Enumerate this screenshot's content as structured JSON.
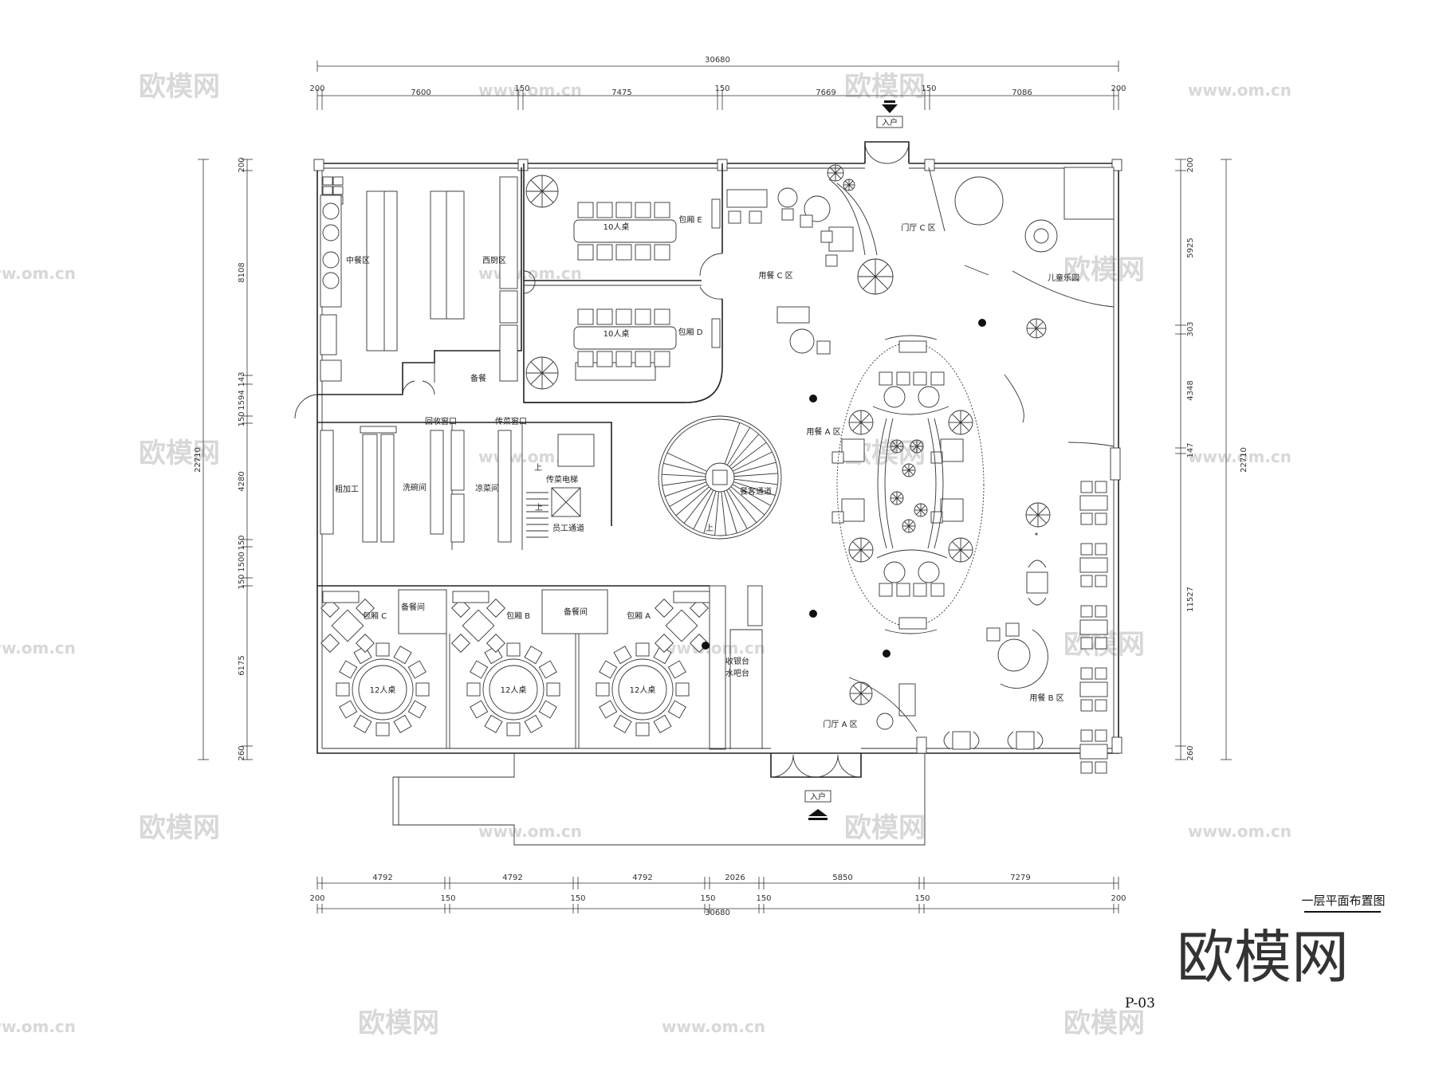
{
  "drawing": {
    "title": "一层平面布置图",
    "sheet": "P-03",
    "brand": "欧模网",
    "watermark_text": "欧模网",
    "watermark_url": "www.om.cn"
  },
  "dimensions": {
    "top_total": "30680",
    "top": [
      "200",
      "7600",
      "150",
      "7475",
      "150",
      "7669",
      "150",
      "7086",
      "200"
    ],
    "bottom_segments": [
      "4792",
      "4792",
      "4792",
      "2026",
      "5850",
      "7279"
    ],
    "bottom_walls": [
      "200",
      "150",
      "150",
      "150",
      "150",
      "150",
      "200"
    ],
    "bottom_total": "30680",
    "left": [
      "200",
      "8108",
      "143",
      "1594",
      "150",
      "4280",
      "150",
      "1500",
      "150",
      "6175",
      "260"
    ],
    "left_total": "22710",
    "right": [
      "200",
      "5925",
      "303",
      "4348",
      "147",
      "11527",
      "260"
    ],
    "right_total": "22710"
  },
  "entrances": {
    "top": "入户",
    "bottom": "入户"
  },
  "rooms": {
    "chinese_kitchen": "中餐区",
    "western_kitchen": "西厨区",
    "private_e": "包厢 E",
    "private_d": "包厢 D",
    "table_10_e": "10人桌",
    "table_10_d": "10人桌",
    "prep": "备餐",
    "recycle_window": "回收窗口",
    "serving_window": "传菜窗口",
    "rough_processing": "粗加工",
    "dishwashing": "洗碗间",
    "cold_dishes": "凉菜间",
    "dumbwaiter": "传菜电梯",
    "staff_passage": "员工通道",
    "guest_passage": "餐客通道",
    "up_1": "上",
    "up_2": "上",
    "up_3": "上",
    "private_c": "包厢 C",
    "private_b": "包厢 B",
    "private_a": "包厢 A",
    "pantry_1": "备餐间",
    "pantry_2": "备餐间",
    "table_12_c": "12人桌",
    "table_12_b": "12人桌",
    "table_12_a": "12人桌",
    "cashier": "收银台",
    "water_bar": "水吧台",
    "lobby_c": "门厅 C 区",
    "dining_c": "用餐 C 区",
    "kids_park": "儿童乐园",
    "dining_a": "用餐 A 区",
    "lobby_a": "门厅 A 区",
    "dining_b": "用餐 B 区"
  }
}
